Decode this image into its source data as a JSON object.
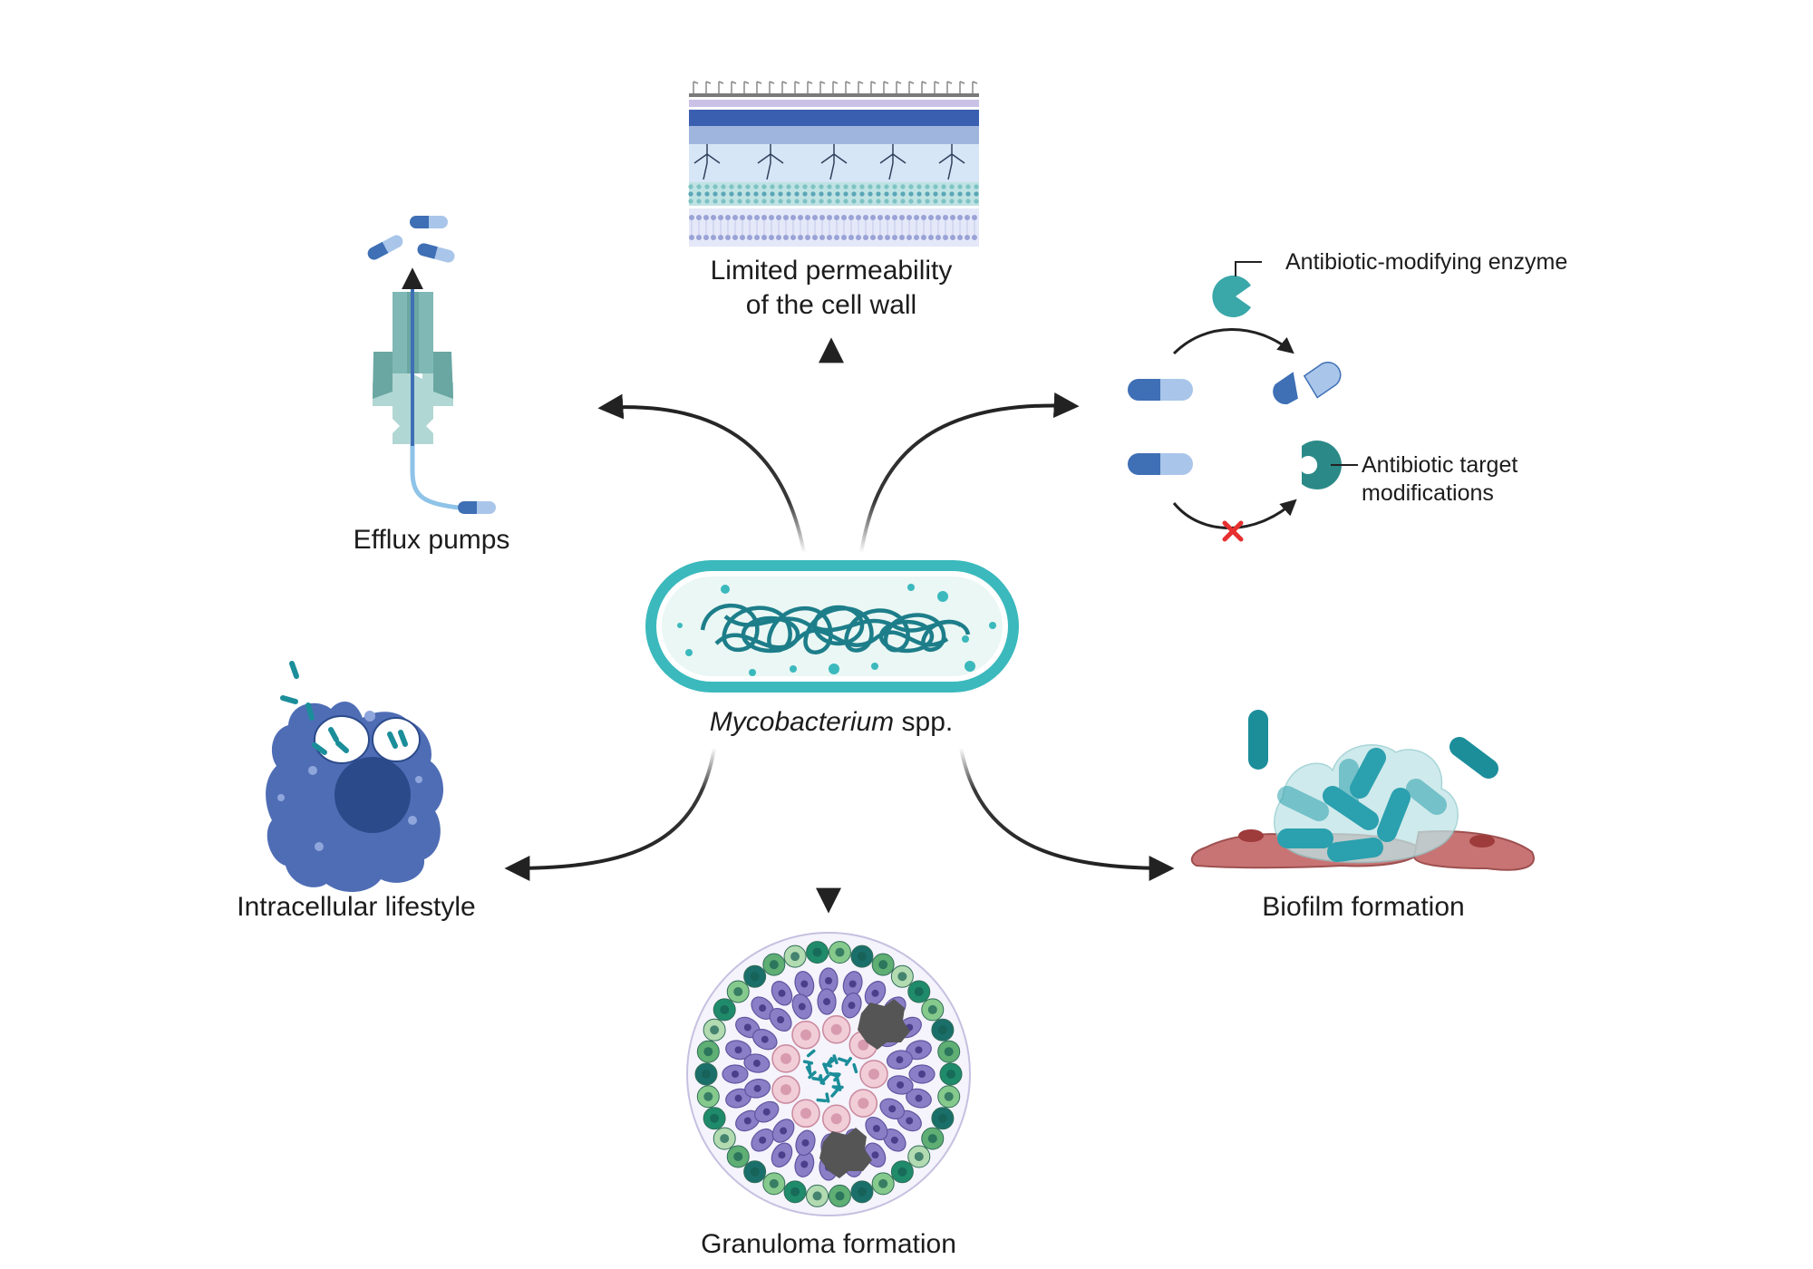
{
  "center": {
    "genus": "Mycobacterium",
    "suffix": " spp."
  },
  "mechanisms": {
    "cell_wall": {
      "line1": "Limited permeability",
      "line2": "of the cell wall"
    },
    "efflux": {
      "label": "Efflux pumps"
    },
    "enzyme": {
      "label": "Antibiotic-modifying enzyme"
    },
    "target": {
      "line1": "Antibiotic target",
      "line2": "modifications"
    },
    "intracellular": {
      "label": "Intracellular lifestyle"
    },
    "biofilm": {
      "label": "Biofilm formation"
    },
    "granuloma": {
      "label": "Granuloma formation"
    }
  },
  "colors": {
    "teal": "#1b8e9a",
    "teal_light": "#5cc5c7",
    "pill_dark": "#3f6fb5",
    "pill_light": "#a9c6ea",
    "macrophage": "#4f6db5",
    "fibroblast": "#c97474",
    "cross": "#e63030"
  }
}
